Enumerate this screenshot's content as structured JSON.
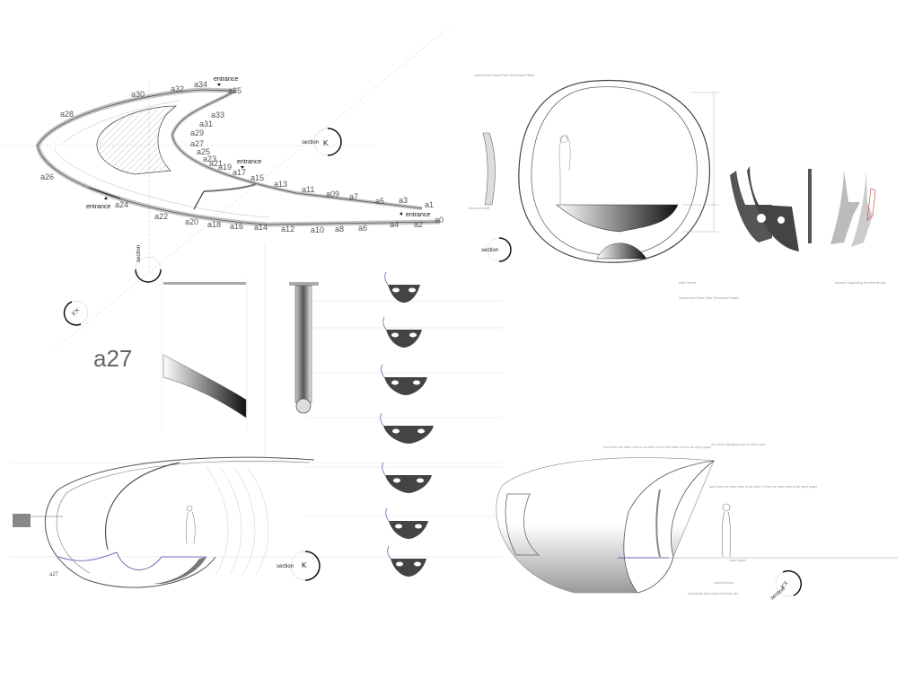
{
  "plan": {
    "points": [
      "a0",
      "a1",
      "a2",
      "a3",
      "a4",
      "a5",
      "a6",
      "a7",
      "a8",
      "a09",
      "a10",
      "a11",
      "a12",
      "a13",
      "a14",
      "a15",
      "a16",
      "a17",
      "a18",
      "a19",
      "a20",
      "a21",
      "a22",
      "a23",
      "a24",
      "a25",
      "a26",
      "a27",
      "a28",
      "a29",
      "a30",
      "a31",
      "a32",
      "a33",
      "a34",
      "a35"
    ],
    "entrance_label": "entrance",
    "section_label": "section",
    "section_k": "K",
    "section_xx": "X'X"
  },
  "detail": {
    "title": "a27"
  },
  "elevation": {
    "point_label": "a27",
    "section_label": "section",
    "section_k": "K"
  },
  "section_drawing": {
    "notes": [
      "external skin Glass Fiber Reinforced Plastic",
      "shell Gercell",
      "internal skin Glass Fiber Reinforced Plastic",
      "door arch ext/ft",
      "structure supporting the internal skin"
    ],
    "section_label": "section"
  },
  "perspective": {
    "notes": [
      "door from one main room to an other or from the main room to an open space",
      "door from changing room to main room",
      "door from one main room to an other or from the main room to an open space",
      "open space",
      "structural tube",
      "rest panels that support internal skin"
    ],
    "section_label": "section",
    "section_xx": "X'X"
  },
  "colors": {
    "ink": "#333333",
    "shade": "#555555",
    "accent": "#4a4aa8",
    "red": "#cc3333"
  }
}
